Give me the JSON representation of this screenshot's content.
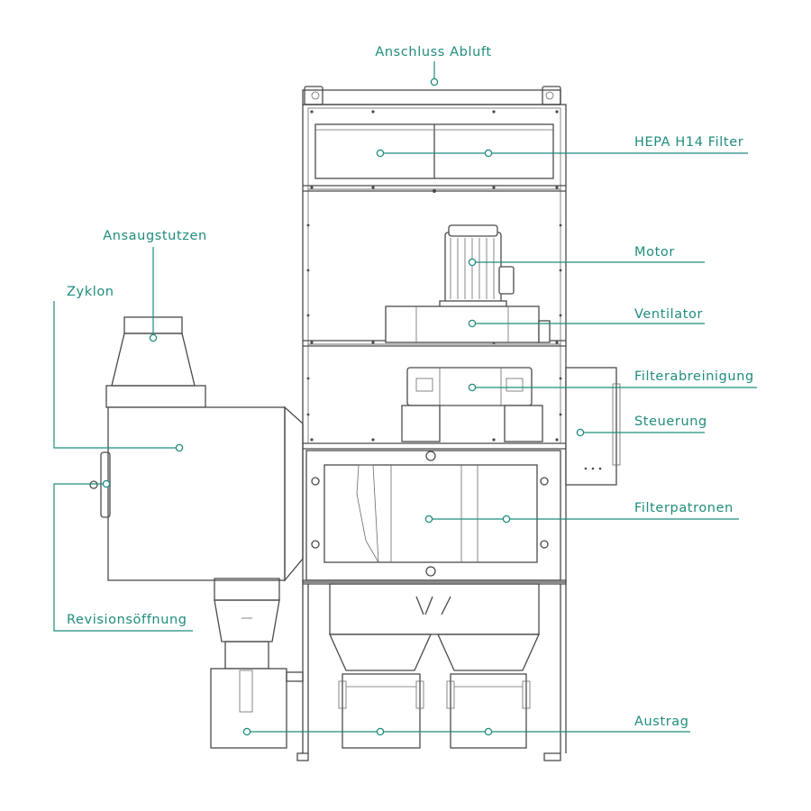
{
  "accent_color": "#1f8c7e",
  "line_color": "#4a4a4a",
  "labels": {
    "anschluss_abluft": "Anschluss Abluft",
    "hepa_filter": "HEPA H14 Filter",
    "ansaugstutzen": "Ansaugstutzen",
    "motor": "Motor",
    "zyklon": "Zyklon",
    "ventilator": "Ventilator",
    "filterabreinigung": "Filterabreinigung",
    "steuerung": "Steuerung",
    "filterpatronen": "Filterpatronen",
    "revisionsoeffnung": "Revisionsöffnung",
    "austrag": "Austrag"
  }
}
